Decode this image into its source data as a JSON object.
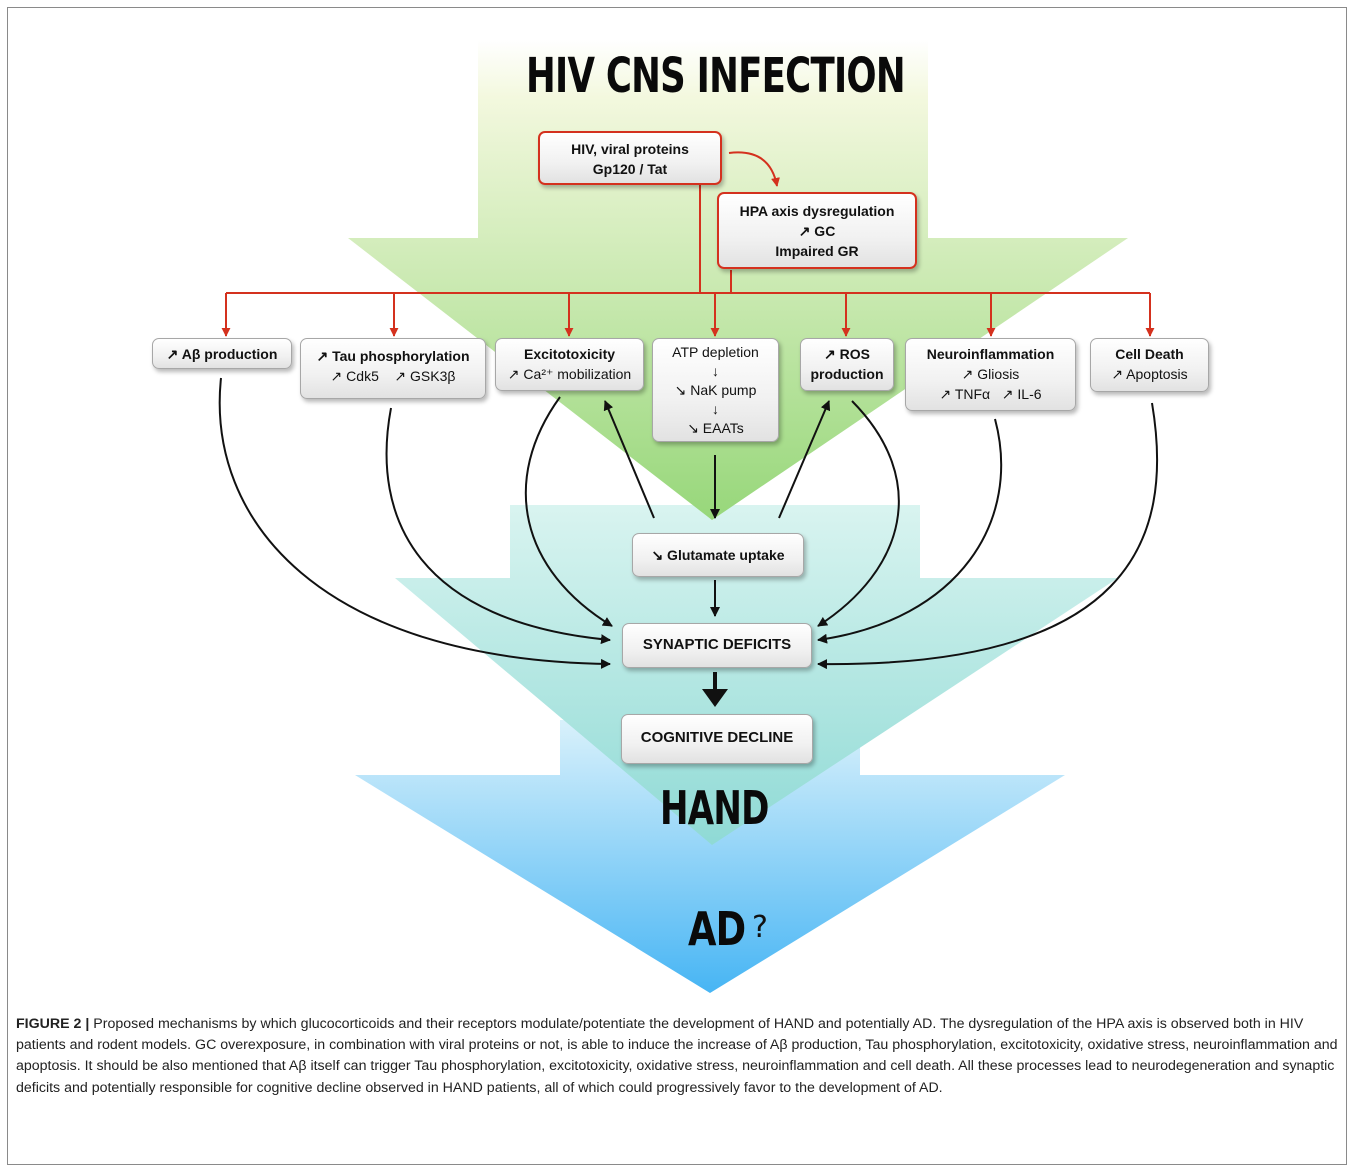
{
  "title": "HIV CNS INFECTION",
  "source_box": {
    "line1": "HIV, viral proteins",
    "line2": "Gp120 / Tat"
  },
  "hpa_box": {
    "line1": "HPA axis dysregulation",
    "line2": "↗ GC",
    "line3": "Impaired GR"
  },
  "mechanisms": {
    "abeta": {
      "title": "↗ Aβ production"
    },
    "tau": {
      "title": "↗ Tau phosphorylation",
      "sub": "↗ Cdk5    ↗ GSK3β"
    },
    "excito": {
      "title": "Excitotoxicity",
      "sub": "↗ Ca²⁺ mobilization"
    },
    "atp": {
      "line1": "ATP depletion",
      "arrow1": "↓",
      "line2": "↘ NaK pump",
      "arrow2": "↓",
      "line3": "↘ EAATs"
    },
    "ros": {
      "line1": "↗ ROS",
      "line2": "production"
    },
    "neuroinflammation": {
      "title": "Neuroinflammation",
      "line2": "↗ Gliosis",
      "line3": "↗ TNFα   ↗ IL-6"
    },
    "celldeath": {
      "title": "Cell Death",
      "sub": "↗ Apoptosis"
    }
  },
  "glutamate_box": "↘ Glutamate uptake",
  "synaptic_box": "SYNAPTIC DEFICITS",
  "cognitive_box": "COGNITIVE DECLINE",
  "hand_label": "HAND",
  "ad_label": "AD",
  "ad_question": "?",
  "caption": {
    "label": "FIGURE 2 |",
    "text": " Proposed mechanisms by which glucocorticoids and their receptors modulate/potentiate the development of HAND and potentially AD. The dysregulation of the HPA axis is observed both in HIV patients and rodent models. GC overexposure, in combination with viral proteins or not, is able to induce the increase of Aβ production, Tau phosphorylation, excitotoxicity, oxidative stress, neuroinflammation and apoptosis. It should be also mentioned that Aβ itself can trigger Tau phosphorylation, excitotoxicity, oxidative stress, neuroinflammation and cell death. All these processes lead to neurodegeneration and synaptic deficits and potentially responsible for cognitive decline observed in HAND patients, all of which could progressively favor to the development of AD."
  },
  "colors": {
    "red": "#d4311e",
    "green_top": "#f0f6dc",
    "green_bottom": "#9ad77e",
    "cyan_top": "#d6f3ef",
    "cyan_bottom": "#8fdcd6",
    "blue_top": "#d3eefb",
    "blue_bottom": "#4cb8f4"
  }
}
